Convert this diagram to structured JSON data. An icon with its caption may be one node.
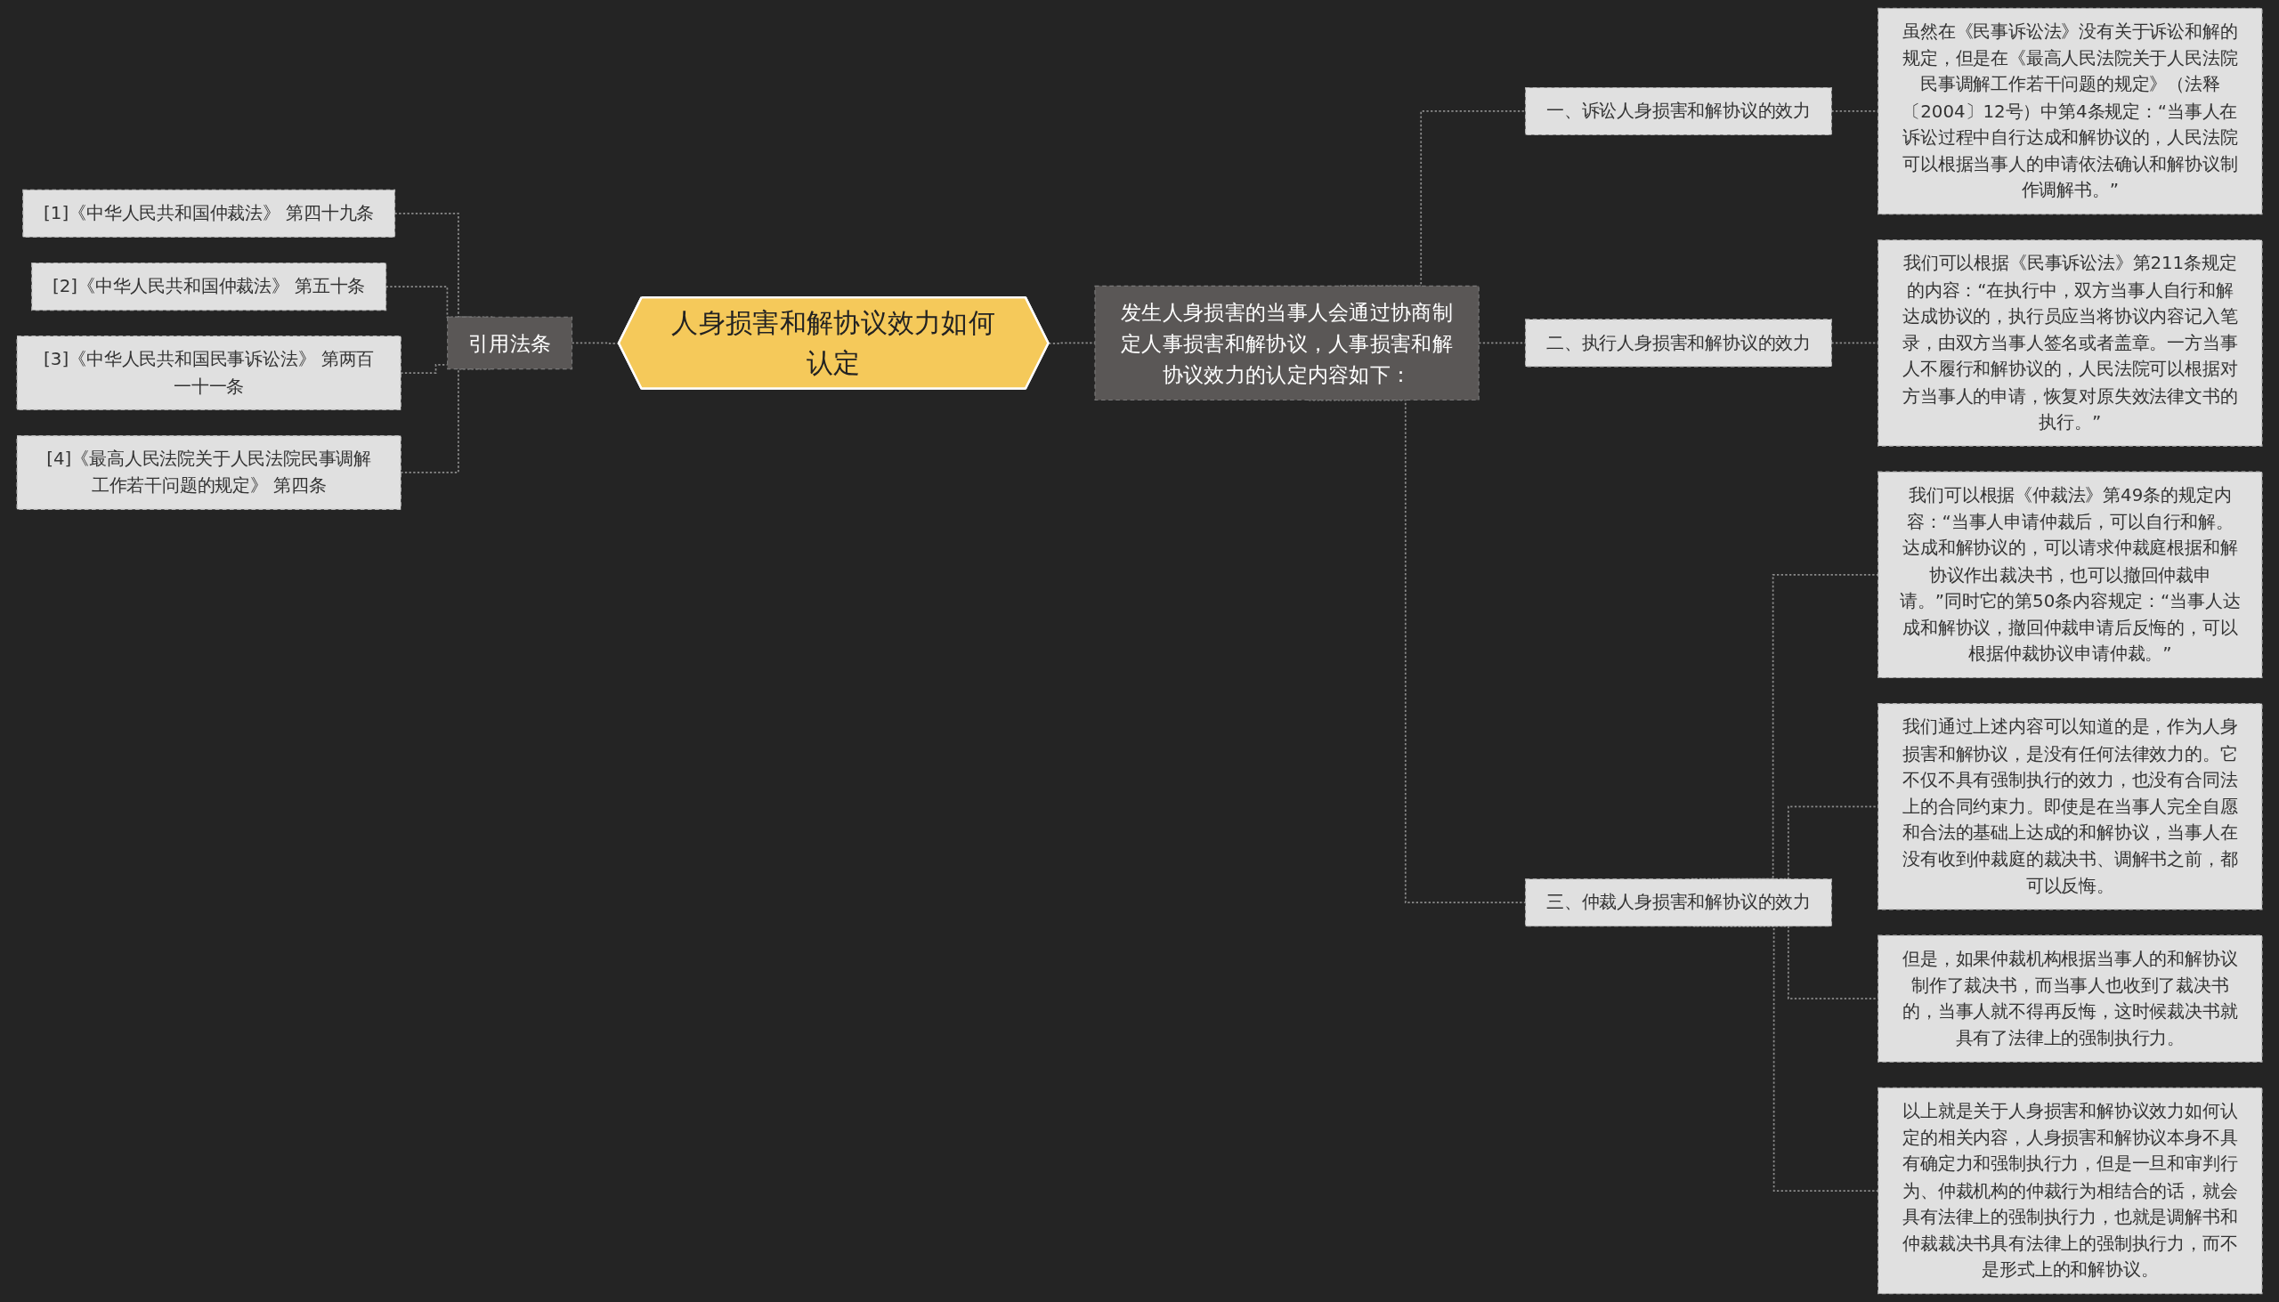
{
  "diagram": {
    "nodes": [
      {
        "text": [
          "人身损害和解协议效力如何认定"
        ]
      },
      {
        "text": [
          "引用法条"
        ]
      },
      {
        "text": [
          "[1]《中华人民共和国仲裁法》 第四十九条"
        ]
      },
      {
        "text": [
          "[2]《中华人民共和国仲裁法》 第五十条"
        ]
      },
      {
        "text": [
          "[3]《中华人民共和国民事诉讼法》 第两百一十一条"
        ]
      },
      {
        "text": [
          "[4]《最高人民法院关于人民法院民事调解工作若干问题的规定》 第四条"
        ]
      },
      {
        "text": [
          "发生人身损害的当事人会通过协商制定人事损害和解协议，人事损害和解协议效力的认定内容如下："
        ]
      },
      {
        "text": [
          "一、诉讼人身损害和解协议的效力"
        ]
      },
      {
        "text": [
          "虽然在《民事诉讼法》没有关于诉讼和解的规定，但是在《最高人民法院关于人民法院民事调解工作若干问题的规定》（法释〔2004〕12号）中第4条规定：“当事人在诉讼过程中自行达成和解协议的，人民法院可以根据当事人的申请依法确认和解协议制作调解书。”"
        ]
      },
      {
        "text": [
          "二、执行人身损害和解协议的效力"
        ]
      },
      {
        "text": [
          "我们可以根据《民事诉讼法》第211条规定的内容：“在执行中，双方当事人自行和解达成协议的，执行员应当将协议内容记入笔录，由双方当事人签名或者盖章。一方当事人不履行和解协议的，人民法院可以根据对方当事人的申请，恢复对原失效法律文书的执行。”"
        ]
      },
      {
        "text": [
          "三、仲裁人身损害和解协议的效力"
        ]
      },
      {
        "text": [
          "我们可以根据《仲裁法》第49条的规定内容：“当事人申请仲裁后，可以自行和解。达成和解协议的，可以请求仲裁庭根据和解协议作出裁决书，也可以撤回仲裁申请。”同时它的第50条内容规定：“当事人达成和解协议，撤回仲裁申请后反悔的，可以根据仲裁协议申请仲裁。”"
        ]
      },
      {
        "text": [
          "我们通过上述内容可以知道的是，作为人身损害和解协议，是没有任何法律效力的。它不仅不具有强制执行的效力，也没有合同法上的合同约束力。即使是在当事人完全自愿和合法的基础上达成的和解协议，当事人在没有收到仲裁庭的裁决书、调解书之前，都可以反悔。"
        ]
      },
      {
        "text": [
          "但是，如果仲裁机构根据当事人的和解协议制作了裁决书，而当事人也收到了裁决书的，当事人就不得再反悔，这时候裁决书就具有了法律上的强制执行力。"
        ]
      },
      {
        "text": [
          "以上就是关于人身损害和解协议效力如何认定的相关内容，人身损害和解协议本身不具有确定力和强制执行力，但是一旦和审判行为、仲裁机构的仲裁行为相结合的话，就会具有法律上的强制执行力，也就是调解书和仲裁裁决书具有法律上的强制执行力，而不是形式上的和解协议。"
        ]
      }
    ],
    "edges": [
      {
        "from": 2,
        "to": 1,
        "arrow": "none",
        "style": "dashed"
      },
      {
        "from": 3,
        "to": 1,
        "arrow": "none",
        "style": "dashed"
      },
      {
        "from": 4,
        "to": 1,
        "arrow": "none",
        "style": "dashed"
      },
      {
        "from": 5,
        "to": 1,
        "arrow": "none",
        "style": "dashed"
      },
      {
        "from": 1,
        "to": 0,
        "arrow": "none",
        "style": "dashed"
      },
      {
        "from": 0,
        "to": 6,
        "arrow": "none",
        "style": "dashed"
      },
      {
        "from": 6,
        "to": 7,
        "arrow": "none",
        "style": "dashed"
      },
      {
        "from": 7,
        "to": 8,
        "arrow": "none",
        "style": "dashed"
      },
      {
        "from": 6,
        "to": 9,
        "arrow": "none",
        "style": "dashed"
      },
      {
        "from": 9,
        "to": 10,
        "arrow": "none",
        "style": "dashed"
      },
      {
        "from": 6,
        "to": 11,
        "arrow": "none",
        "style": "dashed"
      },
      {
        "from": 11,
        "to": 12,
        "arrow": "none",
        "style": "dashed"
      },
      {
        "from": 11,
        "to": 13,
        "arrow": "none",
        "style": "dashed"
      },
      {
        "from": 11,
        "to": 14,
        "arrow": "none",
        "style": "dashed"
      },
      {
        "from": 11,
        "to": 15,
        "arrow": "none",
        "style": "dashed"
      }
    ]
  }
}
